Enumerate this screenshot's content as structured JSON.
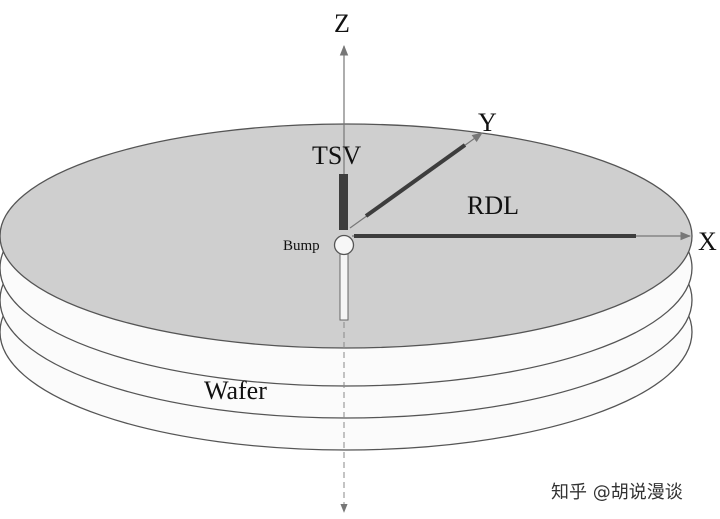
{
  "labels": {
    "z_axis": "Z",
    "y_axis": "Y",
    "x_axis": "X",
    "tsv": "TSV",
    "rdl": "RDL",
    "bump": "Bump",
    "wafer": "Wafer"
  },
  "watermark": "知乎 @胡说漫谈",
  "colors": {
    "top_wafer_fill": "#cfcfcf",
    "lower_wafer_fill": "#fafafa",
    "outline": "#555555",
    "conductor": "#3d3d3d",
    "axis": "#777777"
  }
}
